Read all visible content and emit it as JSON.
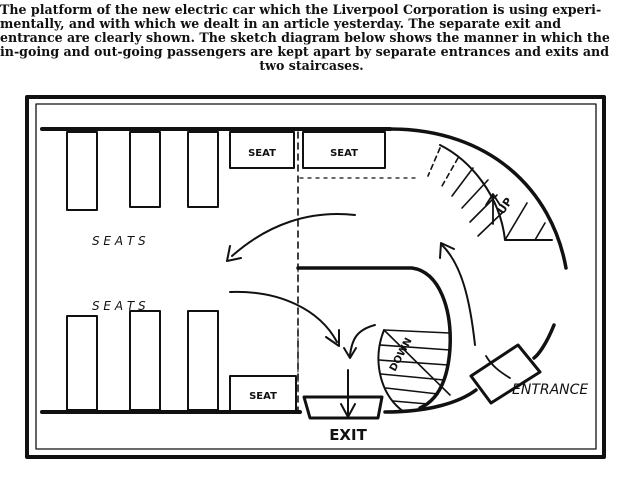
{
  "caption": {
    "line1": "The platform of the new electric car which the Liverpool Corporation is using experi-",
    "line2": "mentally, and with which we dealt in an article yesterday.   The separate exit and",
    "line3": "entrance are clearly shown.   The sketch diagram below shows the manner in which the",
    "line4": "in-going and out-going passengers are kept apart by separate entrances and exits and",
    "line5": "two staircases."
  },
  "diagram": {
    "seat_top_left": "SEAT",
    "seat_top_right": "SEAT",
    "seat_bottom": "SEAT",
    "seats_upper": "S E A T S",
    "seats_lower": "S E A T S",
    "stair_up": "UP",
    "stair_down": "DOWN",
    "entrance": "ENTRANCE",
    "exit": "EXIT"
  }
}
